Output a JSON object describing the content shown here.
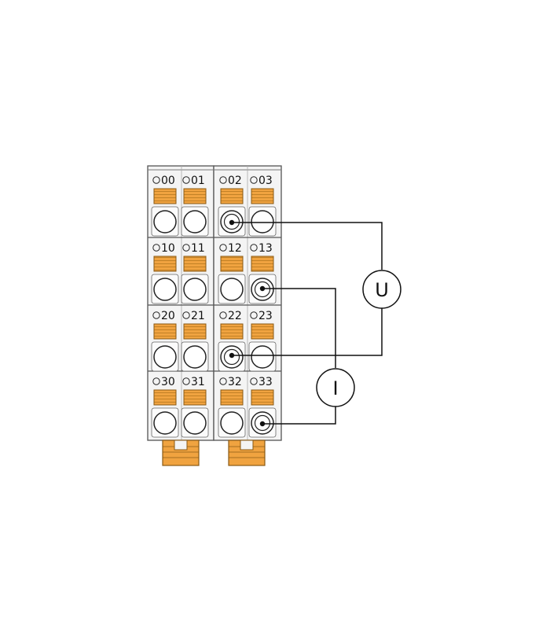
{
  "terminal_block": {
    "rows": [
      [
        "00",
        "01",
        "02",
        "03"
      ],
      [
        "10",
        "11",
        "12",
        "13"
      ],
      [
        "20",
        "21",
        "22",
        "23"
      ],
      [
        "30",
        "31",
        "32",
        "33"
      ]
    ],
    "connected_terminals": [
      "02",
      "13",
      "22",
      "33"
    ]
  },
  "meters": {
    "voltage": {
      "label": "U",
      "connects": [
        "02",
        "22"
      ]
    },
    "current": {
      "label": "I",
      "connects": [
        "13",
        "33"
      ]
    }
  },
  "colors": {
    "spring_lever": "#f0a340",
    "spring_lever_stroke": "#8a5a14",
    "housing": "#f4f4f4",
    "housing_stroke": "#555555",
    "wire": "#111111"
  }
}
